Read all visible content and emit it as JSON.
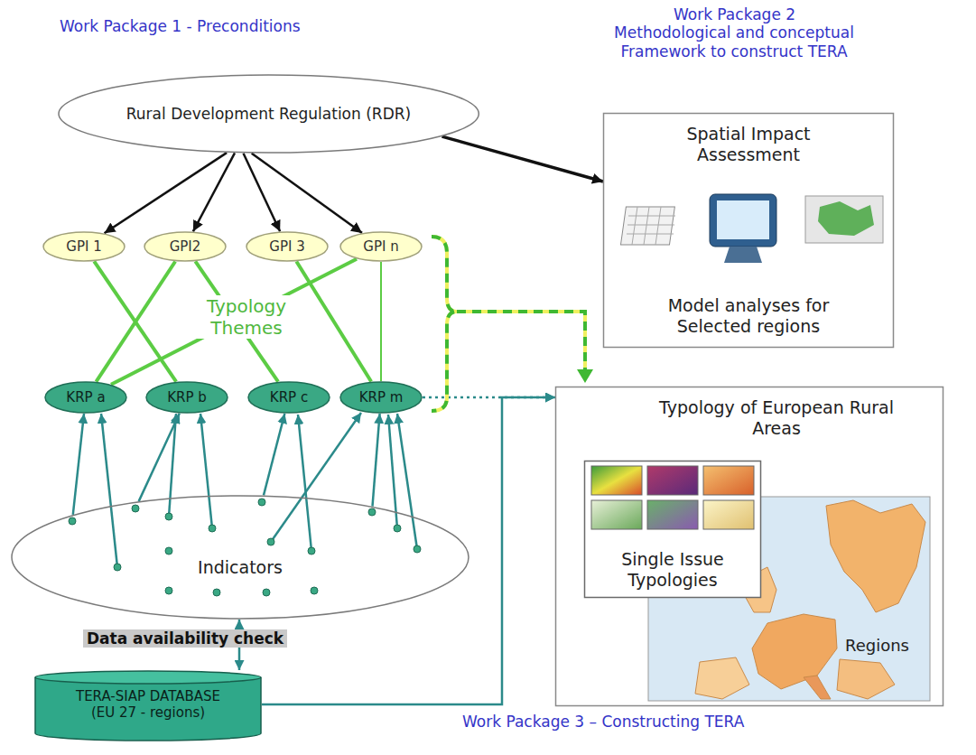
{
  "diagram": {
    "nodes": [
      {
        "text": [
          "Work Package 1 - Preconditions"
        ]
      },
      {
        "text": [
          "Rural Development Regulation (RDR)"
        ],
        "in": 0
      },
      {
        "text": [
          "GPI 1"
        ],
        "in": 0
      },
      {
        "text": [
          "GPI2"
        ],
        "in": 0
      },
      {
        "text": [
          "GPI 3"
        ],
        "in": 0
      },
      {
        "text": [
          "GPI n"
        ],
        "in": 0
      },
      {
        "text": [
          "KRP a"
        ],
        "in": 0
      },
      {
        "text": [
          "KRP b"
        ],
        "in": 0
      },
      {
        "text": [
          "KRP c"
        ],
        "in": 0
      },
      {
        "text": [
          "KRP m"
        ],
        "in": 0
      },
      {
        "text": [
          "Indicators"
        ],
        "in": 0
      },
      {
        "text": [
          "Work Package 2",
          "Methodological and conceptual Framework to construct TERA"
        ]
      },
      {
        "text": [
          "Work Package 3 – Constructing TERA"
        ]
      },
      {
        "text": [
          "Spatial Impact Assessment",
          "Model analyses for Selected regions"
        ],
        "in": 12
      },
      {
        "text": [
          "Typology of European Rural Areas",
          "Regions"
        ],
        "in": 12
      },
      {
        "text": [
          "Single Issue Typologies"
        ],
        "in": 14
      },
      {
        "text": [
          "TERA-SIAP DATABASE (EU 27 - regions)"
        ],
        "in": 12
      }
    ],
    "edges": [
      {
        "from": 1,
        "to": 2,
        "arrow": "to"
      },
      {
        "from": 1,
        "to": 3,
        "arrow": "to"
      },
      {
        "from": 1,
        "to": 4,
        "arrow": "to"
      },
      {
        "from": 1,
        "to": 5,
        "arrow": "to"
      },
      {
        "from": 1,
        "to": 13,
        "arrow": "to"
      },
      {
        "from": 2,
        "to": 7,
        "arrow": "none"
      },
      {
        "from": 3,
        "to": 6,
        "arrow": "none"
      },
      {
        "from": 3,
        "to": 8,
        "arrow": "none"
      },
      {
        "from": 4,
        "to": 9,
        "arrow": "none"
      },
      {
        "from": 5,
        "to": 9,
        "arrow": "none"
      },
      {
        "from": 5,
        "to": 6,
        "arrow": "none"
      },
      {
        "from": 9,
        "to": 14,
        "arrow": "to"
      },
      {
        "from": 10,
        "to": 6,
        "arrow": "to"
      },
      {
        "from": 10,
        "to": 7,
        "arrow": "to"
      },
      {
        "from": 10,
        "to": 8,
        "arrow": "to"
      },
      {
        "from": 10,
        "to": 9,
        "arrow": "to"
      },
      {
        "from": 10,
        "to": 16,
        "arrow": "both"
      },
      {
        "from": 16,
        "to": 14,
        "arrow": "to"
      }
    ],
    "labels": [
      "Typology Themes",
      "Data availability check"
    ]
  }
}
